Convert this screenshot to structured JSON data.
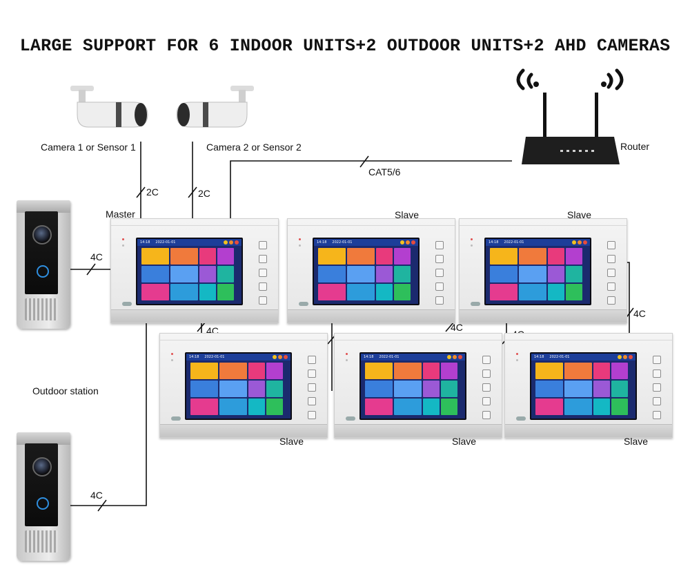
{
  "title": "LARGE SUPPORT FOR 6 INDOOR UNITS+2 OUTDOOR UNITS+2 AHD CAMERAS",
  "labels": {
    "camera1": "Camera 1 or Sensor 1",
    "camera2": "Camera 2 or Sensor 2",
    "router": "Router",
    "cat": "CAT5/6",
    "master": "Master",
    "slave": "Slave",
    "outdoor_station": "Outdoor station",
    "wire_2c": "2C",
    "wire_4c": "4C"
  },
  "screen": {
    "time": "14:18",
    "date": "2022-01-01"
  },
  "colors": {
    "tiles": [
      "#f6b51b",
      "#f07a3c",
      "#e83a7c",
      "#b33fcf",
      "#3a7fdc",
      "#5aa0f2",
      "#9b59d6",
      "#1fb4a0",
      "#e53b8f",
      "#2d9cdb",
      "#14b8c4",
      "#2ebf5b",
      "#8e44ad"
    ],
    "status_dots": [
      "#f2c11e",
      "#f08a2a",
      "#e74c3c"
    ]
  }
}
